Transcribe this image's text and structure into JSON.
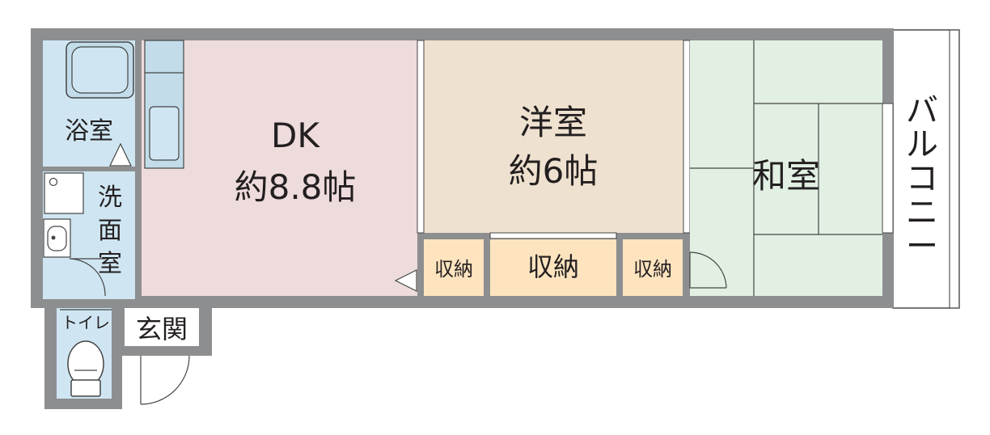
{
  "rooms": {
    "bath": "浴室",
    "washroom": [
      "洗",
      "面",
      "室"
    ],
    "toilet": "トイレ",
    "entrance": "玄関",
    "dk_name": "DK",
    "dk_size": "約8.8帖",
    "western_name": "洋室",
    "western_size": "約6帖",
    "japanese_name": "和室",
    "storage": "収納",
    "balcony": [
      "バ",
      "ル",
      "コ",
      "ニ",
      "ー"
    ]
  },
  "colors": {
    "wall": "#8d8e90",
    "water_area": "#cfe6f2",
    "dk": "#eedbdb",
    "western": "#efe1cf",
    "japanese": "#e1f0e3",
    "storage": "#fde4bf",
    "fixture": "#c2dcea"
  }
}
